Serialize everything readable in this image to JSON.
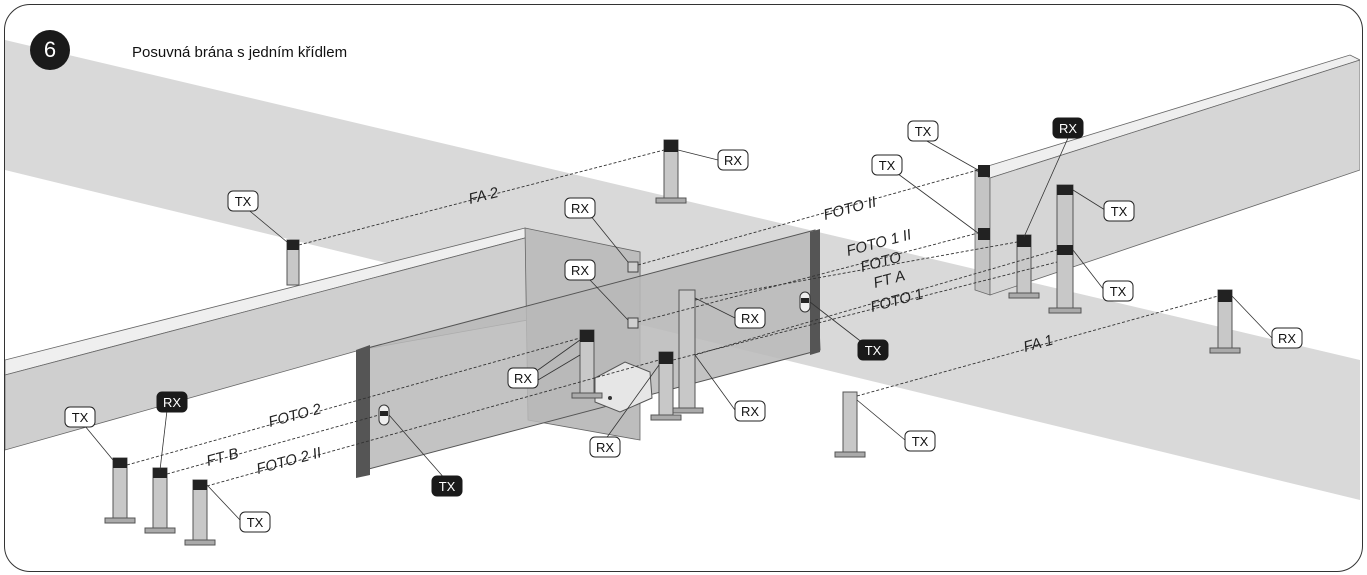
{
  "figure": {
    "number": "6",
    "title": "Posuvná brána s jedním křídlem"
  },
  "colors": {
    "road": "#d9d9d9",
    "wall_front": "#d0d0d0",
    "wall_top": "#efefef",
    "gate": "#bdbdbd",
    "post": "#c8c8c8",
    "sensor_head": "#222222",
    "tag_dark": "#1a1a1a"
  },
  "beams": {
    "fa2": "FA 2",
    "foto_ii": "FOTO II",
    "foto_1_ii": "FOTO 1 II",
    "foto": "FOTO",
    "ft_a": "FT A",
    "foto_1": "FOTO 1",
    "fa1": "FA 1",
    "foto_2": "FOTO 2",
    "ft_b": "FT B",
    "foto_2_ii": "FOTO 2 II"
  },
  "tags": {
    "tx": "TX",
    "rx": "RX"
  }
}
